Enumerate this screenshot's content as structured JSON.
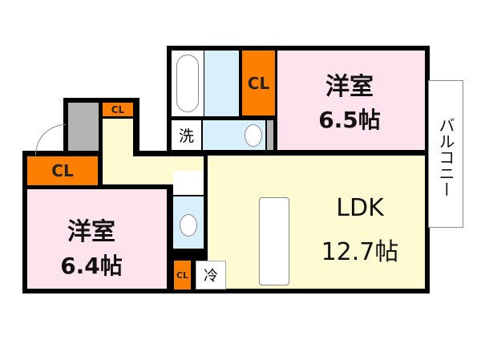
{
  "rooms": {
    "western_room_1": {
      "name": "洋室",
      "size": "6.5帖"
    },
    "western_room_2": {
      "name": "洋室",
      "size": "6.4帖"
    },
    "ldk": {
      "name": "LDK",
      "size": "12.7帖"
    }
  },
  "closets": {
    "label": "CL"
  },
  "washroom": {
    "label": "洗"
  },
  "fridge": {
    "label": "冷"
  },
  "balcony": {
    "label": "バルコニー"
  },
  "colors": {
    "bedroom": "#fde3ee",
    "ldk": "#fefbd2",
    "wet_area": "#d8f0fb",
    "closet": "#fd7f00",
    "wall": "#000000"
  }
}
